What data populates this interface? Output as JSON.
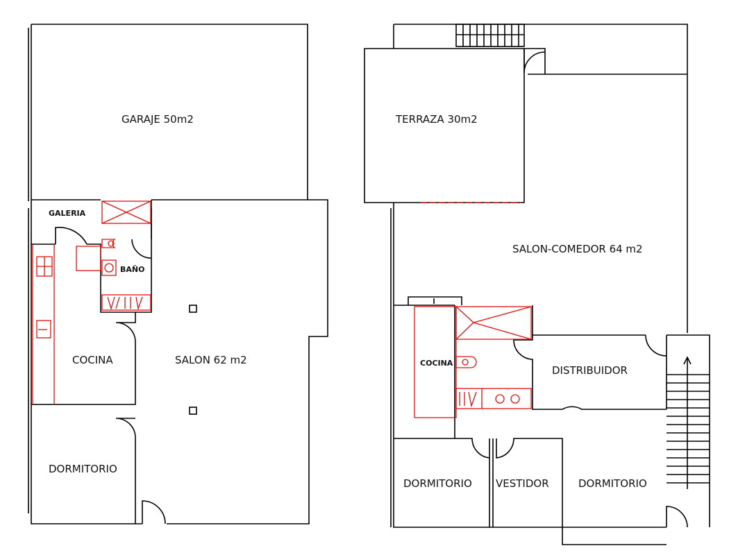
{
  "ground_floor": {
    "rooms": {
      "garage": "GARAJE 50m2",
      "gallery": "GALERIA",
      "bathroom": "BAÑO",
      "kitchen": "COCINA",
      "living": "SALON 62 m2",
      "bedroom": "DORMITORIO"
    }
  },
  "upper_floor": {
    "rooms": {
      "terrace": "TERRAZA 30m2",
      "living_dining": "SALON-COMEDOR 64 m2",
      "kitchen": "COCINA",
      "hall": "DISTRIBUIDOR",
      "bedroom_left": "DORMITORIO",
      "closet": "VESTIDOR",
      "bedroom_right": "DORMITORIO"
    }
  },
  "colors": {
    "walls": "#000000",
    "fixtures": "#e01010"
  }
}
